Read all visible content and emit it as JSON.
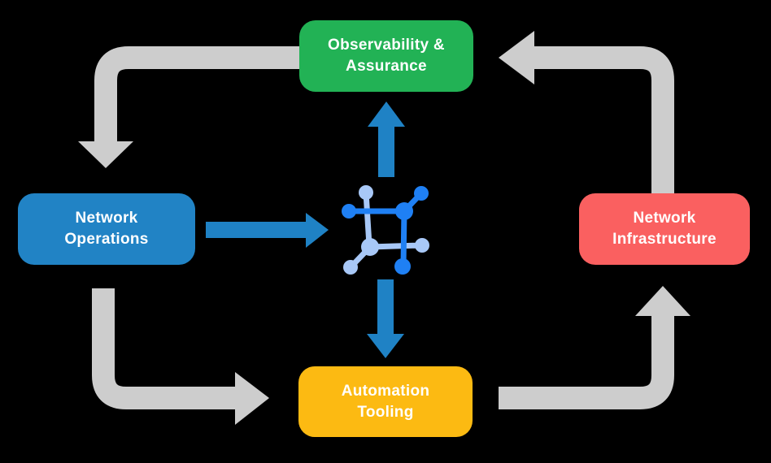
{
  "colors": {
    "background": "#000000",
    "node-green": "#22b255",
    "node-blue": "#2183c5",
    "node-red": "#fa6060",
    "node-yellow": "#fcba12",
    "node-text": "#ffffff",
    "arrow-gray": "#cdcdcd",
    "arrow-blue": "#1f82c5",
    "icon-dark-blue": "#1f80f4",
    "icon-light-blue": "#a8c8f7"
  },
  "diagram": {
    "nodes": {
      "observability": {
        "label": "Observability &\nAssurance"
      },
      "operations": {
        "label": "Network\nOperations"
      },
      "infrastructure": {
        "label": "Network\nInfrastructure"
      },
      "automation": {
        "label": "Automation\nTooling"
      }
    },
    "icons": {
      "center": "network-mesh-icon"
    }
  }
}
